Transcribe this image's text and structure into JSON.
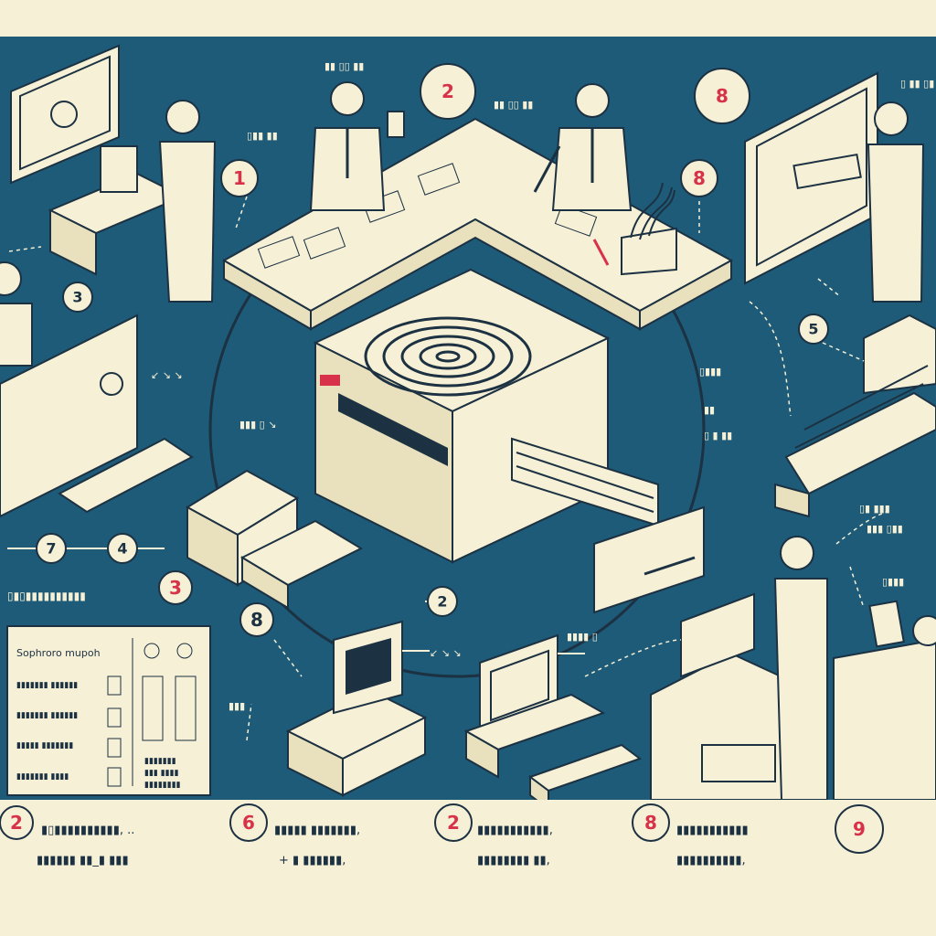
{
  "colors": {
    "background": "#1d5b78",
    "cream": "#f6f0d6",
    "ink": "#1c3142",
    "accent": "#d8324a"
  },
  "step_numbers": [
    "2",
    "8",
    "1",
    "8",
    "3",
    "5",
    "7",
    "4",
    "3",
    "2",
    "8",
    "6",
    "2",
    "8",
    "9"
  ],
  "labels": {
    "top_center": "▮▮ ▯▯ ▮▮",
    "top_left_small": "▯▮▮ ▮▮",
    "mid_top": "▮▮ ▯▯ ▮▮",
    "top_right": "▯ ▮▮ ▯▮",
    "left_mid": "▮▮▮ ▯ ↘",
    "right_mid_a": "▯▮▮▮",
    "right_mid_b": "▮▮",
    "right_mid_c": "▯ ▮ ▮▮",
    "right_tray": "▯▮ ▮▮▮",
    "right_tray_2": "▮▮▮ ▯▮▮",
    "right_lower": "▯▮▮▮",
    "bottom_mid_label": "▮▮▮▮ ▯",
    "bottom_left_label": "▮▮▮",
    "arrow_a": "↙ ↘ ↘",
    "arrow_b": "↙ ↘ ↘"
  },
  "left_caption": "▯▮▯▮▮▮▮▮▮▮▮▮▮",
  "panel": {
    "title": "Sophroro mupoh",
    "rows": [
      "▮▮▮▮▮▮▮ ▮▮▮▮▮▮",
      "▮▮▮▮▮▮▮ ▮▮▮▮▮▮",
      "▮▮▮▮▮ ▮▮▮▮▮▮▮",
      "▮▮▮▮▮▮▮ ▮▮▮▮"
    ],
    "right_rows": [
      "▮▮▮▮▮▮▮",
      "▮▮▮ ▮▮▮▮",
      "▮▮▮▮▮▮▮▮"
    ]
  },
  "captions": [
    {
      "line1": "▮▯▮▮▮▮▮▮▮▮▮▮, ..",
      "line2": "▮▮▮▮▮▮ ▮▮_▮ ▮▮▮"
    },
    {
      "line1": "▮▮▮▮▮ ▮▮▮▮▮▮▮,",
      "line2": "+ ▮ ▮▮▮▮▮▮,"
    },
    {
      "line1": "▮▮▮▮▮▮▮▮▮▮▮,",
      "line2": "▮▮▮▮▮▮▮▮ ▮▮,"
    },
    {
      "line1": "▮▮▮▮▮▮▮▮▮▮▮",
      "line2": "▮▮▮▮▮▮▮▮▮▮,"
    }
  ]
}
